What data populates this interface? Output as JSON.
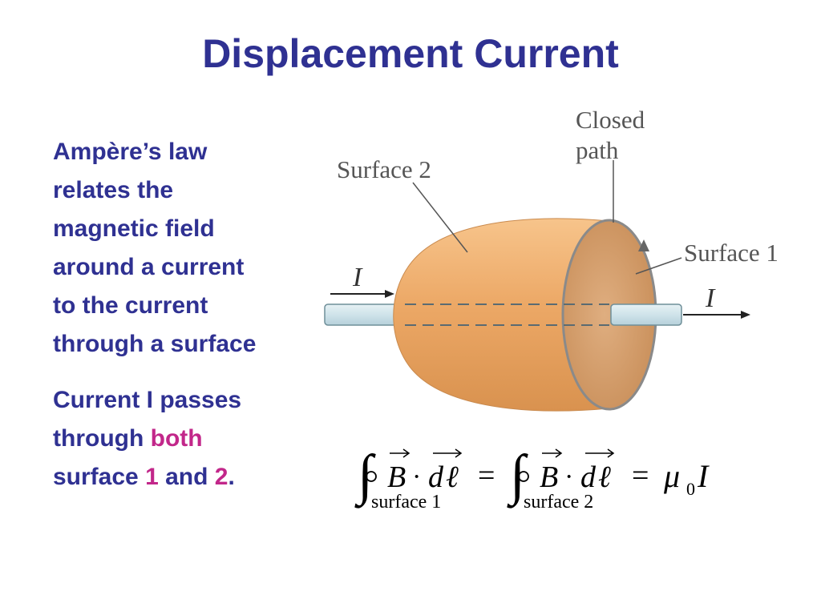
{
  "slide": {
    "title": "Displacement Current"
  },
  "text": {
    "paragraph1": [
      "Ampère’s law",
      "relates the",
      "magnetic field",
      "around a current",
      "to the current",
      "through a surface"
    ],
    "paragraph2": {
      "line1": "Current I passes",
      "line2_prefix": "through ",
      "line2_highlight": "both",
      "line3_prefix": "surface ",
      "line3_num1": "1",
      "line3_mid": " and ",
      "line3_num2": "2",
      "line3_suffix": "."
    }
  },
  "diagram": {
    "labels": {
      "closed_path_line1": "Closed",
      "closed_path_line2": "path",
      "surface2": "Surface 2",
      "surface1": "Surface 1",
      "current_left": "I",
      "current_right": "I"
    }
  },
  "equation": {
    "B": "B",
    "dot": "·",
    "d": "d",
    "ell": "ℓ",
    "equals": "=",
    "mu": "μ",
    "mu_sub": "0",
    "I": "I",
    "sub1": "surface 1",
    "sub2": "surface 2"
  },
  "colors": {
    "title_text": "#2f3192",
    "highlight": "#c2278a",
    "surface_fill": "#eca866",
    "wire_fill": "#cfe3ea"
  }
}
